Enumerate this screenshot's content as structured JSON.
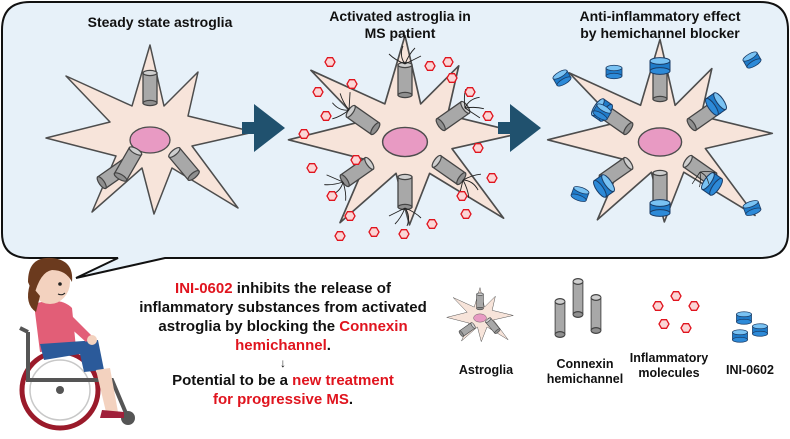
{
  "panels": [
    {
      "title": "Steady state astroglia"
    },
    {
      "title_line1": "Activated astroglia in",
      "title_line2": "MS patient"
    },
    {
      "title_line1": "Anti-inflammatory effect",
      "title_line2": "by hemichannel blocker"
    }
  ],
  "description": {
    "drug": "INI-0602",
    "line1_rest": " inhibits the release of",
    "line2": "inflammatory substances from activated",
    "line3_start": "astroglia by blocking the ",
    "connexin": "Connexin",
    "hemichannel": "hemichannel",
    "period": ".",
    "arrow": "↓",
    "line_potential": "Potential to be a ",
    "new_treatment": "new treatment",
    "progressive": "for progressive MS",
    "final_period": "."
  },
  "legend": [
    {
      "label": "Astroglia"
    },
    {
      "label_line1": "Connexin",
      "label_line2": "hemichannel"
    },
    {
      "label_line1": "Inflammatory",
      "label_line2": "molecules"
    },
    {
      "label": "INI-0602"
    }
  ],
  "colors": {
    "bubble_fill": "#e7f1f9",
    "bubble_stroke": "#111111",
    "cell_fill": "#f7e4da",
    "nucleus_fill": "#e89ac3",
    "channel_fill": "#a8a8a8",
    "arrow_fill": "#20516e",
    "inflammatory_stroke": "#e0141e",
    "blocker_fill": "#2d8ad8",
    "highlight_red": "#e0141e"
  }
}
